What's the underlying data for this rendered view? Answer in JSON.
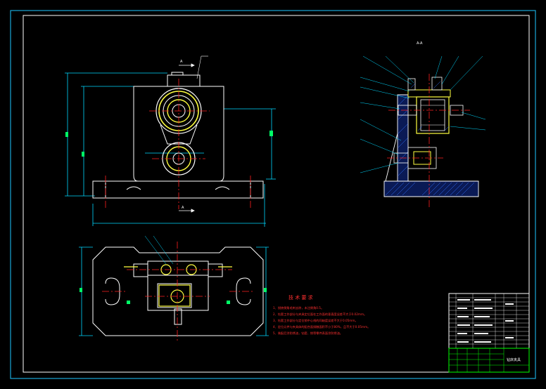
{
  "colors": {
    "background": "#000000",
    "frame": "#ffffff",
    "outer_frame": "#19a8d8",
    "dimension": "#00d8ff",
    "centerline": "#ff2020",
    "hatch": "#3070ff",
    "yellow": "#ffff40",
    "green": "#00ff00",
    "notes": "#ff3030"
  },
  "views": {
    "section_label": "A-A",
    "section_mark": "A"
  },
  "tech_notes": {
    "title": "技 术 要 求",
    "items": [
      "1、锐棱倒角毛刺去除，未注倒角0.5。",
      "2、钻套工作部分与夹具定位面在工作面的垂直度误差不大于0.02mm。",
      "3、钻套工作部分与定位销中心线的同轴度误差不大于0.05mm。",
      "4、定位元件与夹具体的配合面接触面积不小于80%，且不大于0.05mm。",
      "5、装配后涂防锈油，钻套、销等零件表面涂防锈油。"
    ]
  },
  "title_block": {
    "label": "钻床夹具"
  }
}
